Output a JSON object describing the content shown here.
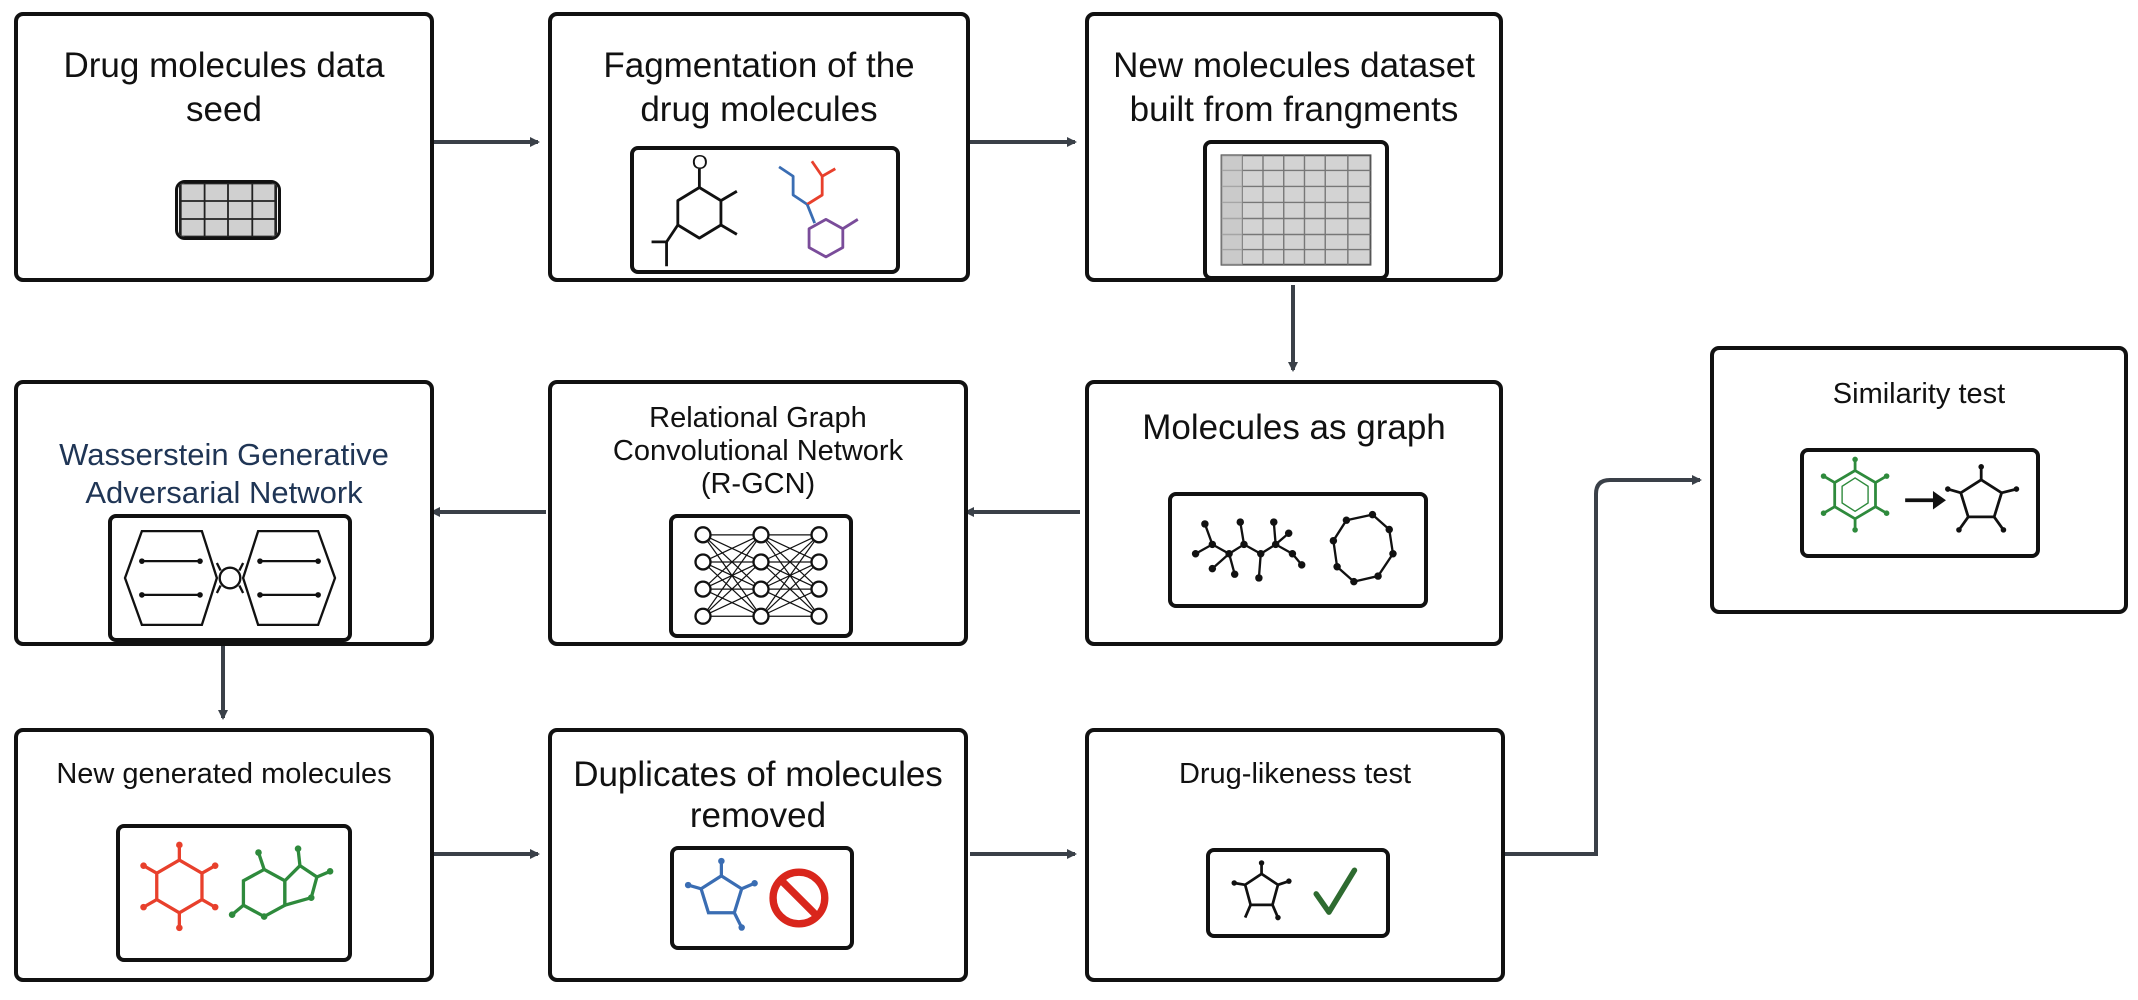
{
  "steps": {
    "seed": {
      "title": "Drug molecules data\nseed"
    },
    "fragmentation": {
      "title": "Fagmentation of the\ndrug molecules"
    },
    "new_dataset": {
      "title": "New molecules dataset\nbuilt from frangments"
    },
    "graph": {
      "title": "Molecules as graph"
    },
    "rgcn": {
      "title": "Relational Graph\nConvolutional Network\n(R-GCN)"
    },
    "wgan": {
      "title_blue": "Wasserstein Generative\nAdversarial Network",
      "title_black": "(WGAN"
    },
    "generated": {
      "title": "New generated molecules"
    },
    "duplicates": {
      "title": "Duplicates of molecules\nremoved"
    },
    "druglikeness": {
      "title": "Drug-likeness test"
    },
    "similarity": {
      "title": "Similarity test"
    }
  },
  "colors": {
    "border": "#111111",
    "arrow": "#3a4048",
    "wgan_text": "#1f3555",
    "red": "#e8402c",
    "green": "#2e8a3c",
    "blue": "#3a6db3",
    "purple": "#7a4c9a",
    "checkmark": "#2e6b30",
    "no_sign": "#d9261c"
  },
  "icons": {
    "seed": "table-icon",
    "fragmentation": "molecule-fragments-icon",
    "new_dataset": "grid-table-icon",
    "graph": "molecular-graph-icon",
    "rgcn": "neural-network-icon",
    "wgan": "gan-architecture-icon",
    "generated": "generated-molecules-icon",
    "duplicates": "prohibited-duplicate-icon",
    "druglikeness": "checkmark-icon",
    "similarity": "arrow-right-icon"
  }
}
